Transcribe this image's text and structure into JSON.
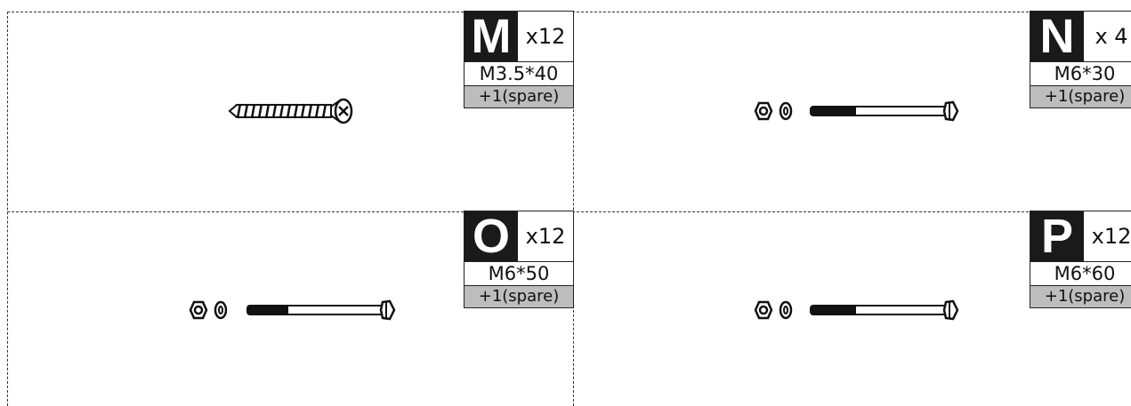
{
  "parts": [
    {
      "letter": "M",
      "quantity": "x12",
      "size": "M3.5*40",
      "spare": "+1(spare)",
      "icon": "wood-screw-icon"
    },
    {
      "letter": "N",
      "quantity": "x 4",
      "size": "M6*30",
      "spare": "+1(spare)",
      "icon": "bolt-washer-nut-icon"
    },
    {
      "letter": "O",
      "quantity": "x12",
      "size": "M6*50",
      "spare": "+1(spare)",
      "icon": "bolt-washer-nut-icon"
    },
    {
      "letter": "P",
      "quantity": "x12",
      "size": "M6*60",
      "spare": "+1(spare)",
      "icon": "bolt-washer-nut-icon"
    }
  ]
}
